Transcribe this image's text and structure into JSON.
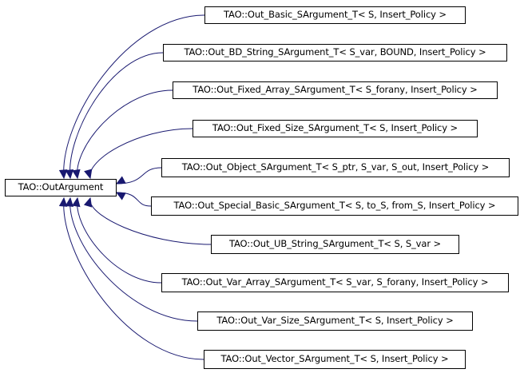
{
  "colors": {
    "edge": "#191970",
    "node_border": "#000000",
    "node_fill": "#ffffff",
    "text": "#000000"
  },
  "base_class": {
    "label": "TAO::OutArgument"
  },
  "derived_classes": [
    {
      "label": "TAO::Out_Basic_SArgument_T< S, Insert_Policy >"
    },
    {
      "label": "TAO::Out_BD_String_SArgument_T< S_var, BOUND, Insert_Policy >"
    },
    {
      "label": "TAO::Out_Fixed_Array_SArgument_T< S_forany, Insert_Policy >"
    },
    {
      "label": "TAO::Out_Fixed_Size_SArgument_T< S, Insert_Policy >"
    },
    {
      "label": "TAO::Out_Object_SArgument_T< S_ptr, S_var, S_out, Insert_Policy >"
    },
    {
      "label": "TAO::Out_Special_Basic_SArgument_T< S, to_S, from_S, Insert_Policy >"
    },
    {
      "label": "TAO::Out_UB_String_SArgument_T< S, S_var >"
    },
    {
      "label": "TAO::Out_Var_Array_SArgument_T< S_var, S_forany, Insert_Policy >"
    },
    {
      "label": "TAO::Out_Var_Size_SArgument_T< S, Insert_Policy >"
    },
    {
      "label": "TAO::Out_Vector_SArgument_T< S, Insert_Policy >"
    }
  ]
}
